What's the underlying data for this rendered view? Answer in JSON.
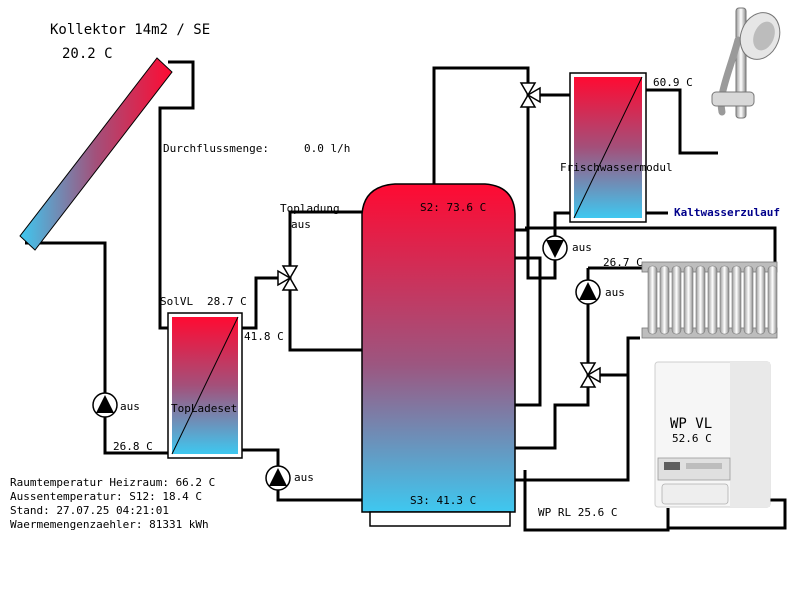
{
  "collector": {
    "title": "Kollektor 14m2 / SE",
    "temp": "20.2 C"
  },
  "flow": {
    "label": "Durchflussmenge:",
    "value": "0.0 l/h"
  },
  "topladung": {
    "label": "Topladung",
    "state": "aus"
  },
  "solvl": {
    "label": "SolVL",
    "temp": "28.7 C"
  },
  "ladeset": {
    "label": "TopLadeset",
    "out_temp": "41.8 C"
  },
  "pumps": {
    "collector": "aus",
    "ladeset": "aus",
    "fresh": "aus",
    "heating": "aus"
  },
  "collector_return": "26.8 C",
  "tank": {
    "s2": "S2:  73.6 C",
    "s3": "S3:  41.3 C"
  },
  "fresh": {
    "label": "Frischwassermodul",
    "temp": "60.9 C",
    "cold_inlet": "Kaltwasserzulauf"
  },
  "heating": {
    "temp": "26.7 C"
  },
  "heatpump": {
    "vl_label": "WP VL",
    "vl_temp": "52.6 C",
    "rl": "WP RL  25.6 C"
  },
  "status": {
    "line1": "Raumtemperatur Heizraum:  66.2 C",
    "line2": "Aussentemperatur: S12:  18.4 C",
    "line3": "Stand: 27.07.25 04:21:01",
    "line4": "Waermemengenzaehler: 81331 kWh"
  },
  "colors": {
    "hot": "#ff0a32",
    "cold": "#3ec8f0",
    "pipe": "#000000",
    "cold_label": "#00008b"
  }
}
